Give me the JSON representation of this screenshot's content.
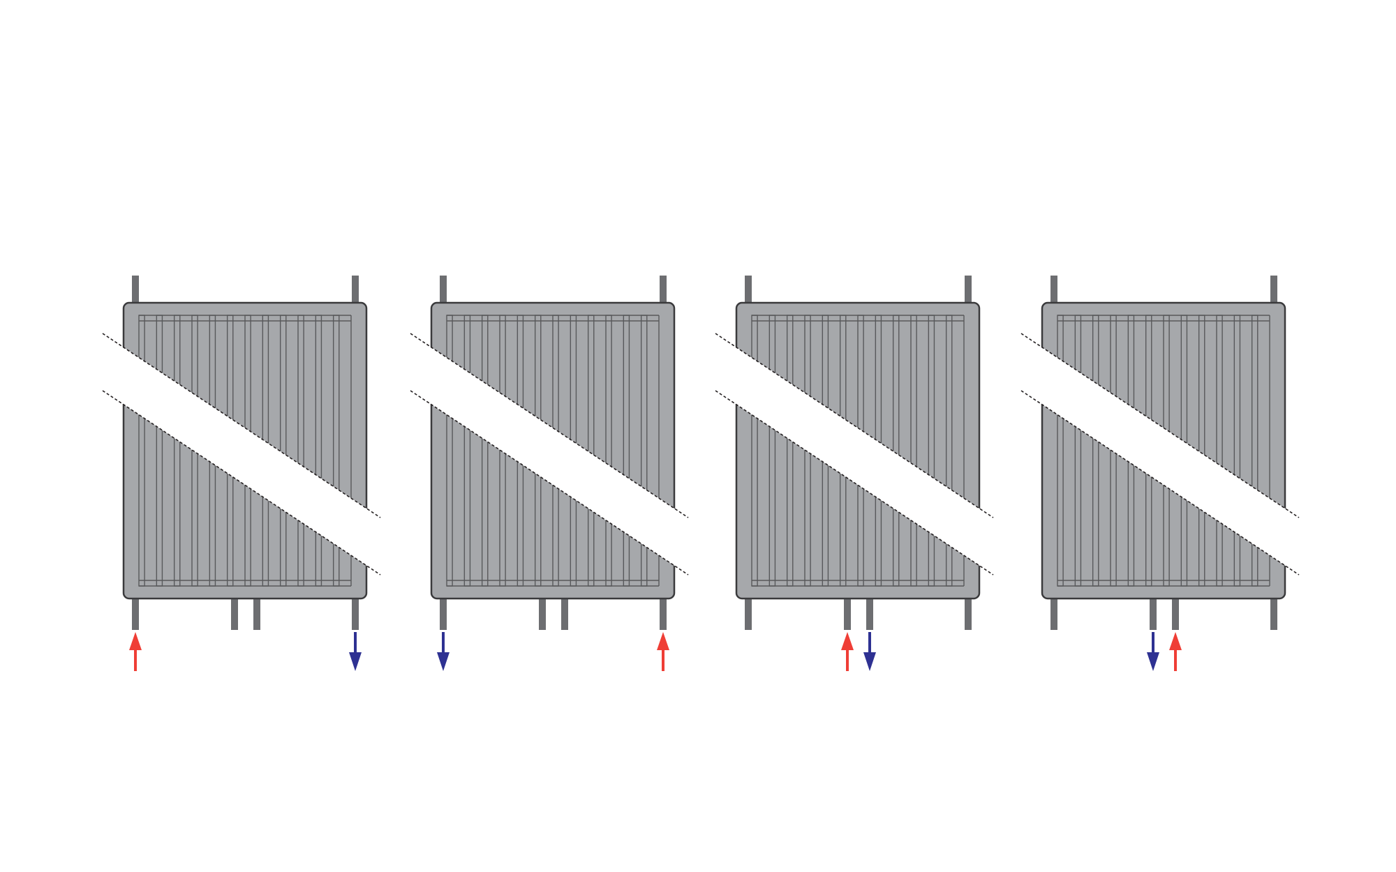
{
  "colors": {
    "background": "#ffffff",
    "radiator_fill": "#a6a8ab",
    "radiator_stroke": "#3a3a3c",
    "column_stroke": "#58595b",
    "pipe": "#6d6e71",
    "break_gap": "#ffffff",
    "break_line": "#231f20",
    "supply_arrow": "#ef3e36",
    "return_arrow": "#2e3192"
  },
  "icons": {
    "radiator": "radiator-icon",
    "supply": "arrow-up-icon",
    "return": "arrow-down-icon"
  },
  "radiators": [
    {
      "id": "radiator-1",
      "columns": 12,
      "bottom_ports": [
        "left",
        "center-left",
        "center-right",
        "right"
      ],
      "flows": [
        {
          "port": "left",
          "direction": "up",
          "kind": "supply"
        },
        {
          "port": "right",
          "direction": "down",
          "kind": "return"
        }
      ]
    },
    {
      "id": "radiator-2",
      "columns": 12,
      "bottom_ports": [
        "left",
        "center-left",
        "center-right",
        "right"
      ],
      "flows": [
        {
          "port": "left",
          "direction": "down",
          "kind": "return"
        },
        {
          "port": "right",
          "direction": "up",
          "kind": "supply"
        }
      ]
    },
    {
      "id": "radiator-3",
      "columns": 12,
      "bottom_ports": [
        "left",
        "center-left",
        "center-right",
        "right"
      ],
      "flows": [
        {
          "port": "center-left",
          "direction": "up",
          "kind": "supply"
        },
        {
          "port": "center-right",
          "direction": "down",
          "kind": "return"
        }
      ]
    },
    {
      "id": "radiator-4",
      "columns": 12,
      "bottom_ports": [
        "left",
        "center-left",
        "center-right",
        "right"
      ],
      "flows": [
        {
          "port": "center-left",
          "direction": "down",
          "kind": "return"
        },
        {
          "port": "center-right",
          "direction": "up",
          "kind": "supply"
        }
      ]
    }
  ]
}
